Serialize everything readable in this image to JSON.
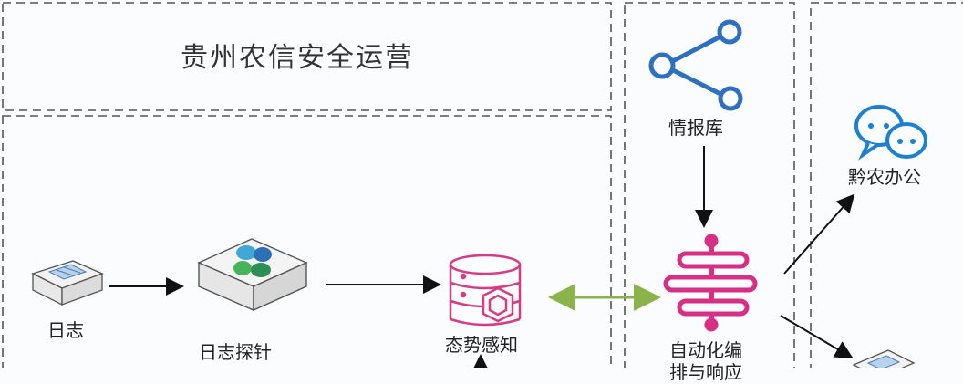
{
  "title": "贵州农信安全运营",
  "nodes": {
    "log": "日志",
    "probe": "日志探针",
    "situation": "态势感知",
    "intel": "情报库",
    "soar_line1": "自动化编",
    "soar_line2": "排与响应",
    "office": "黔农办公"
  },
  "colors": {
    "border": "#555555",
    "arrow": "#111111",
    "bidirectional": "#8ab44a",
    "share_icon": "#2f6fc0",
    "db_icon": "#d63b84",
    "soar_icon": "#d62f86",
    "wechat_icon": "#1e80d0"
  }
}
